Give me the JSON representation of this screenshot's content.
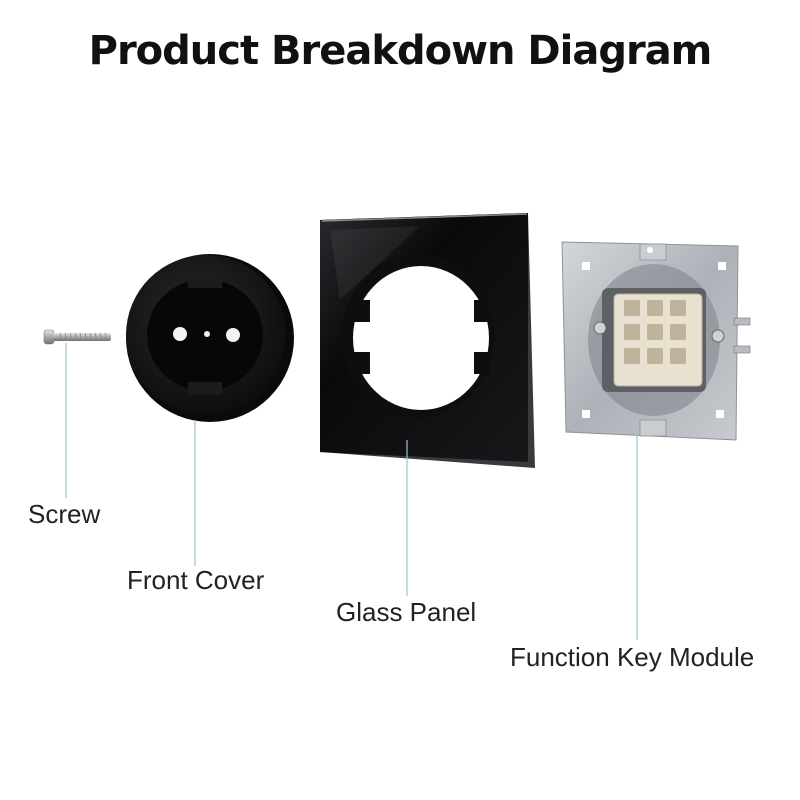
{
  "title": "Product Breakdown Diagram",
  "components": [
    {
      "label": "Screw"
    },
    {
      "label": "Front Cover"
    },
    {
      "label": "Glass Panel"
    },
    {
      "label": "Function Key Module"
    }
  ],
  "colors": {
    "leader_line": "#9fc3cc",
    "panel": "#0c0c0e",
    "cover": "#121214",
    "metal": "#b8bcc2",
    "insert": "#e9e1cf"
  }
}
